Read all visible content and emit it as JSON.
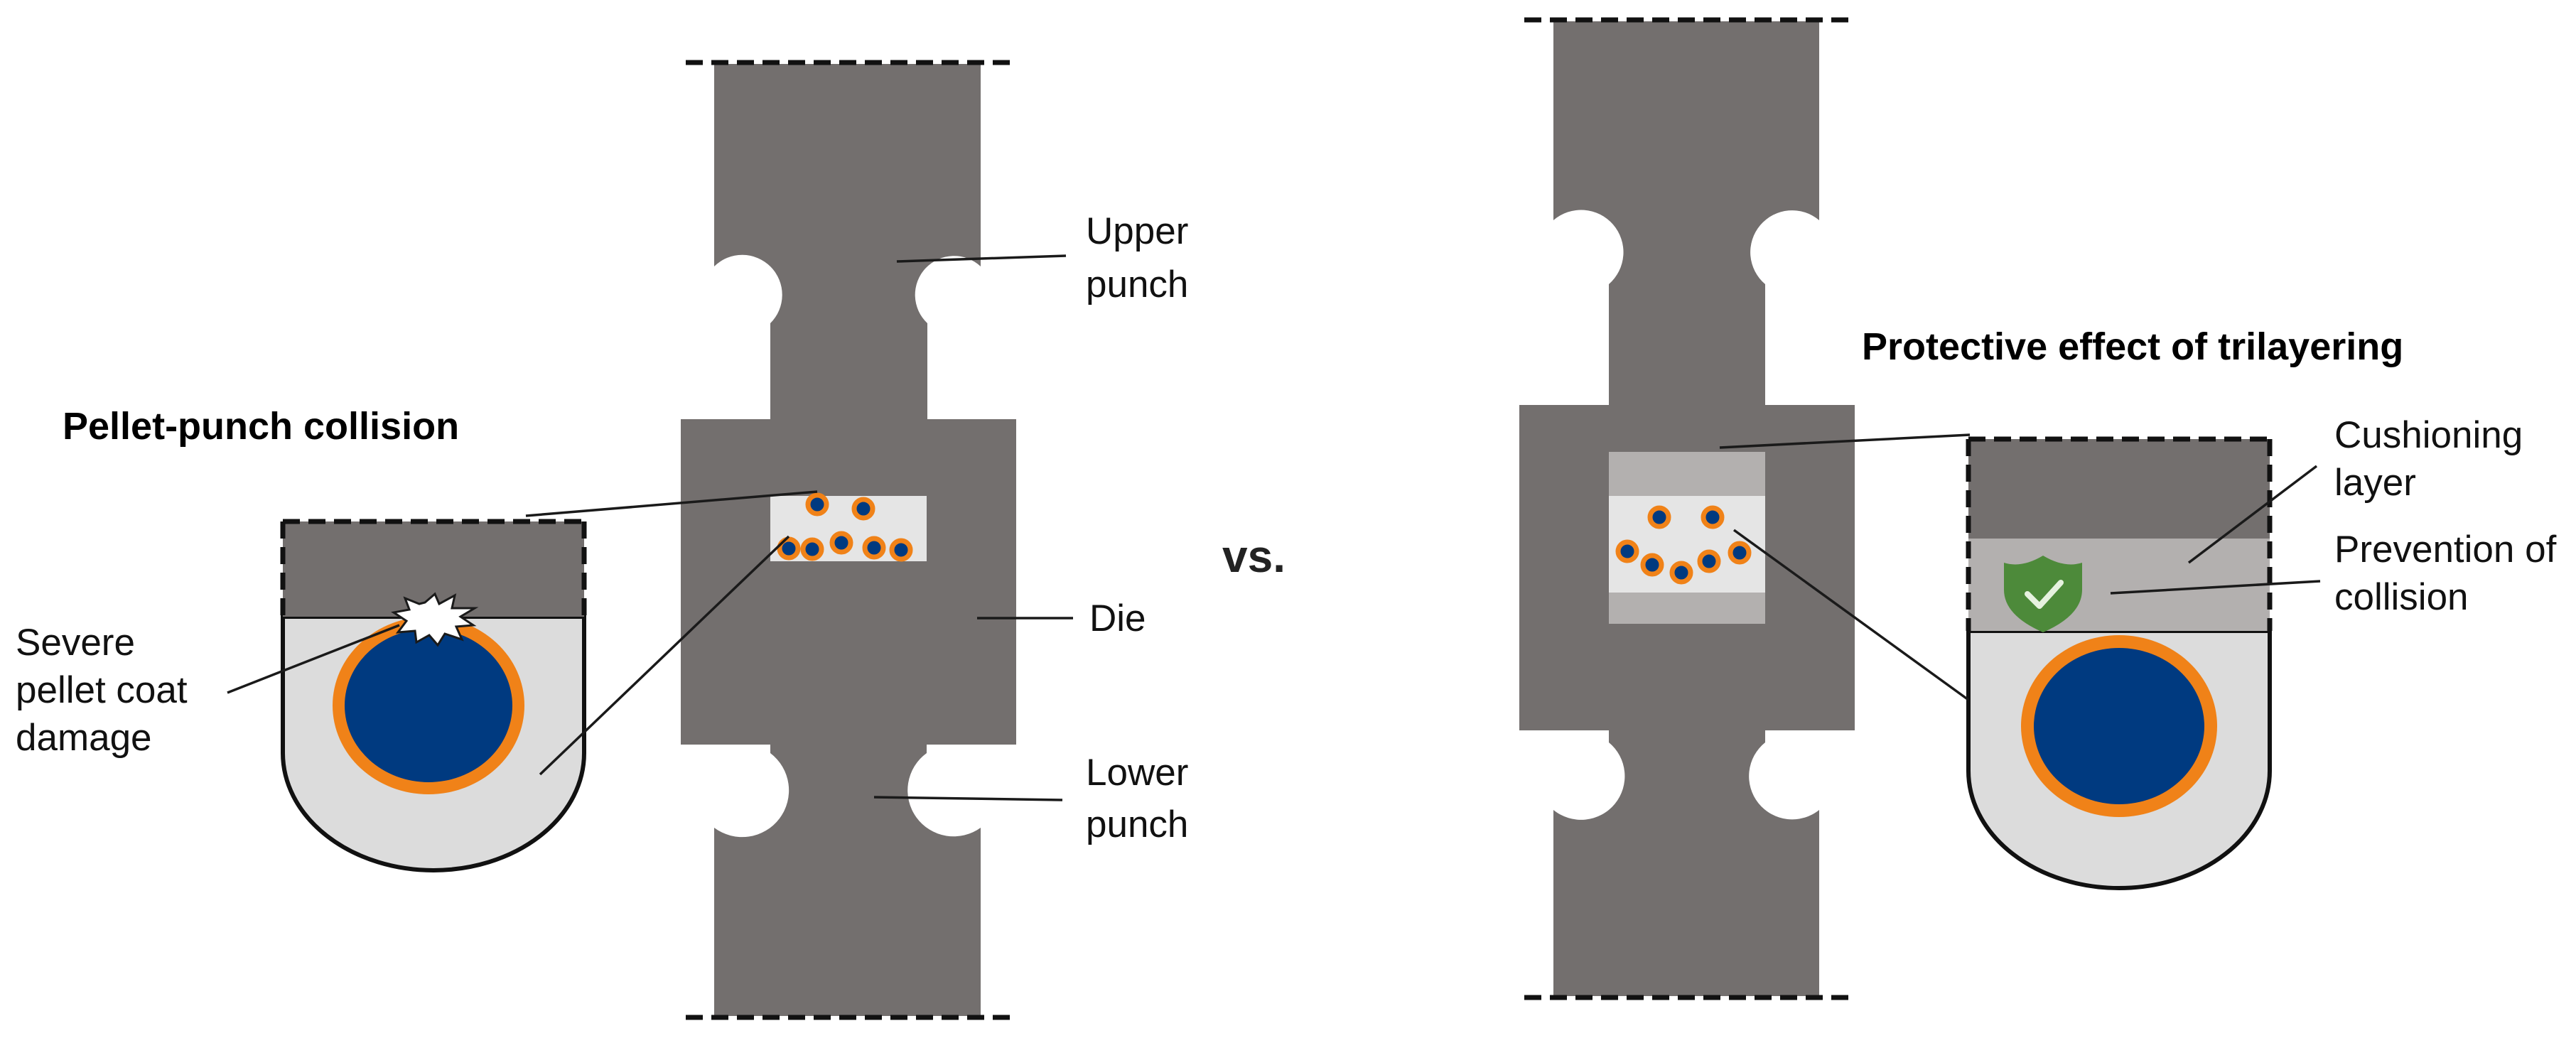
{
  "titles": {
    "left": "Pellet-punch collision",
    "right": "Protective effect of trilayering",
    "vs": "vs."
  },
  "labels": {
    "upper_punch": [
      "Upper",
      "punch"
    ],
    "die": "Die",
    "lower_punch": [
      "Lower",
      "punch"
    ],
    "severe_damage": [
      "Severe",
      "pellet coat",
      "damage"
    ],
    "cushioning_layer": [
      "Cushioning",
      "layer"
    ],
    "prevention_of_collision": [
      "Prevention of",
      "collision"
    ]
  },
  "icons": {
    "collision": "collision-burst-icon",
    "shield": "shield-check-icon"
  },
  "colors": {
    "punch": "#736f6e",
    "die": "#736f6e",
    "powder_bed": "#e5e5e5",
    "cushion_layer": "#b3b0af",
    "pellet_core": "#003a80",
    "pellet_coat": "#f08218",
    "inset_fill": "#dcdcdc",
    "shield": "#4d8a3a"
  }
}
